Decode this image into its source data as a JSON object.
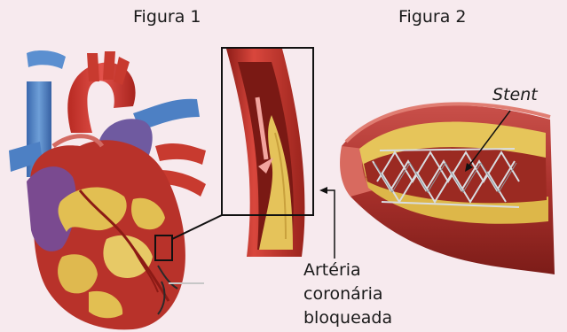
{
  "figure1": {
    "title": "Figura 1"
  },
  "figure2": {
    "title": "Figura 2",
    "stent_label": "Stent"
  },
  "blocked_artery_label": {
    "line1": "Artéria",
    "line2": "coronária",
    "line3": "bloqueada"
  },
  "colors": {
    "background": "#f7eaee",
    "artery_red": "#c63a2c",
    "plaque_yellow": "#e8c65a",
    "vein_blue": "#4d80c4",
    "muscle_red": "#b8322a"
  }
}
